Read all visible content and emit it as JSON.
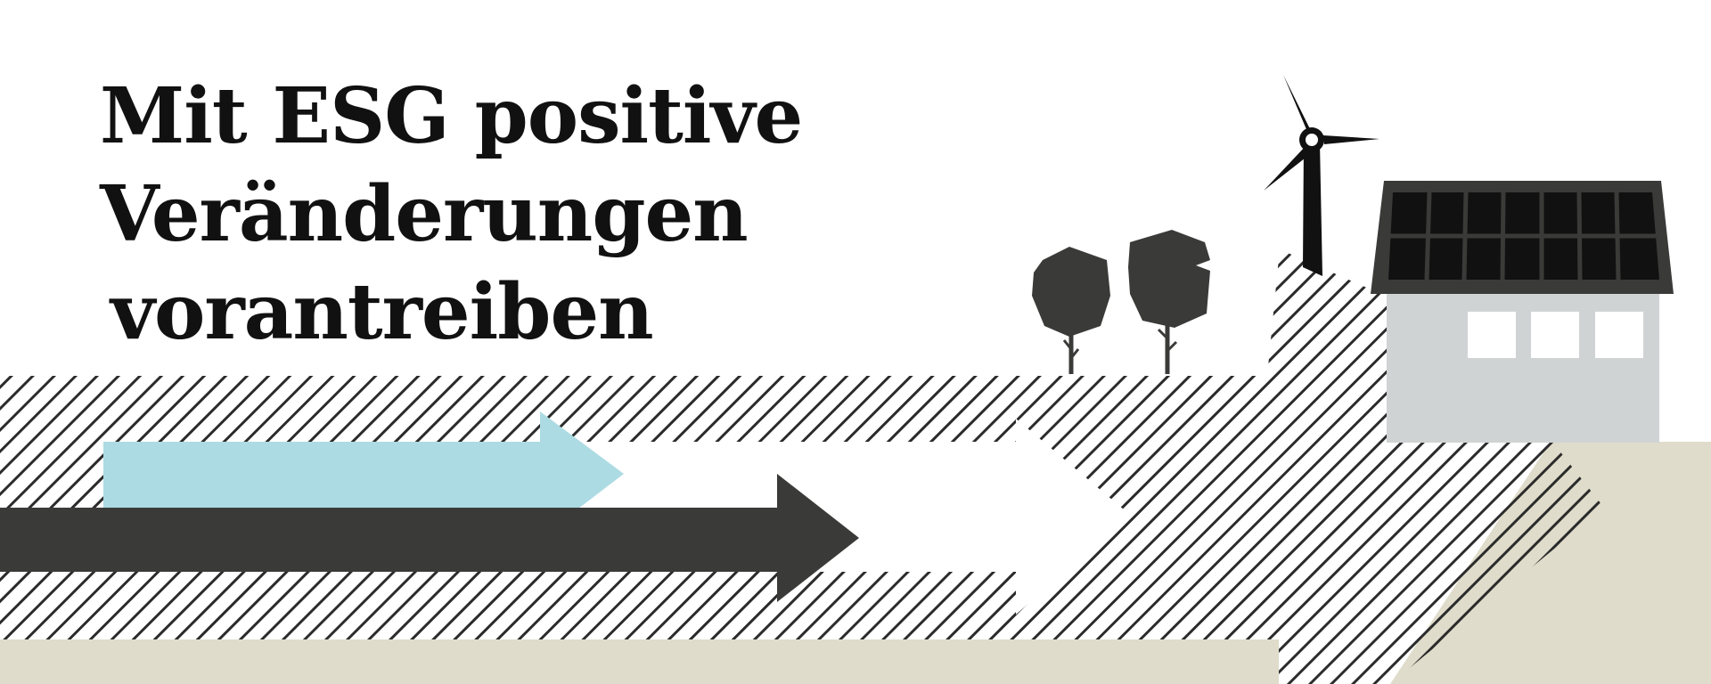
{
  "headline": {
    "line1": "Mit ESG positive",
    "line2": "Veränderungen",
    "line3": "vorantreiben"
  },
  "colors": {
    "background": "#ffffff",
    "text": "#111111",
    "dark": "#3a3b39",
    "light_blue": "#acdbe3",
    "ground": "#e0dccb",
    "house_wall": "#d0d3d4",
    "hatch": "#2b2b2b"
  },
  "icons": [
    "wind-turbine-icon",
    "tree-icon",
    "solar-house-icon",
    "arrow-icon"
  ]
}
